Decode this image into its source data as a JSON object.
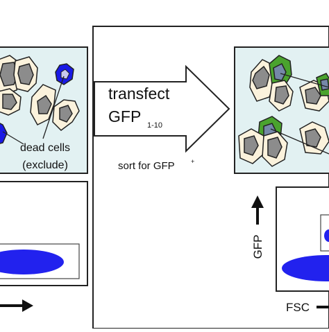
{
  "labels": {
    "dead_cells": "dead cells",
    "exclude": "(exclude)",
    "transfect": "transfect",
    "gfp_main": "GFP",
    "gfp_sub": "1-10",
    "sort_prefix": "sort for GFP",
    "sort_sup": "+",
    "axis_y": "GFP",
    "axis_x": "FSC"
  },
  "colors": {
    "panel_fill": "#e2f1f2",
    "cell_fill": "#fbf2dc",
    "nucleus_fill": "#8c8c8c",
    "dead_cell_fill": "#1a1ae6",
    "gfp_green": "#4aa32e",
    "nucleus_blue_gray": "#7588a8",
    "population_blue": "#2222ee"
  }
}
